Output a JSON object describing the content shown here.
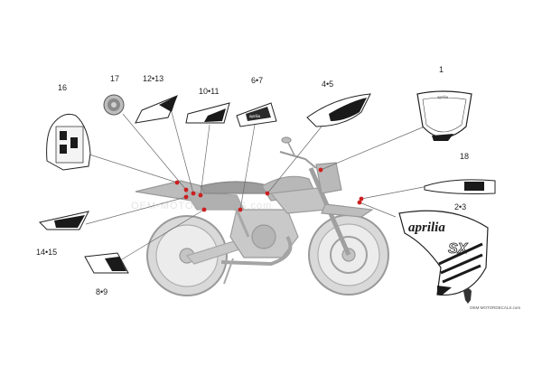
{
  "watermark": "OEM-MOTORDECALS.com",
  "logo": {
    "brand": "aprilia",
    "footer": "OEM-MOTORDECALS.com"
  },
  "callouts": {
    "c1": "1",
    "c2_3": "2•3",
    "c4_5": "4•5",
    "c6_7": "6•7",
    "c8_9": "8•9",
    "c10_11": "10•11",
    "c12_13": "12•13",
    "c14_15": "14•15",
    "c16": "16",
    "c17": "17",
    "c18": "18"
  },
  "decal_text": {
    "brand": "aprilia",
    "model": "SX",
    "tank_label": "aprilia"
  },
  "colors": {
    "leader": "#666666",
    "dot": "#cc1f1f",
    "bike": "#bdbdbd",
    "decal_line": "#1a1a1a"
  }
}
